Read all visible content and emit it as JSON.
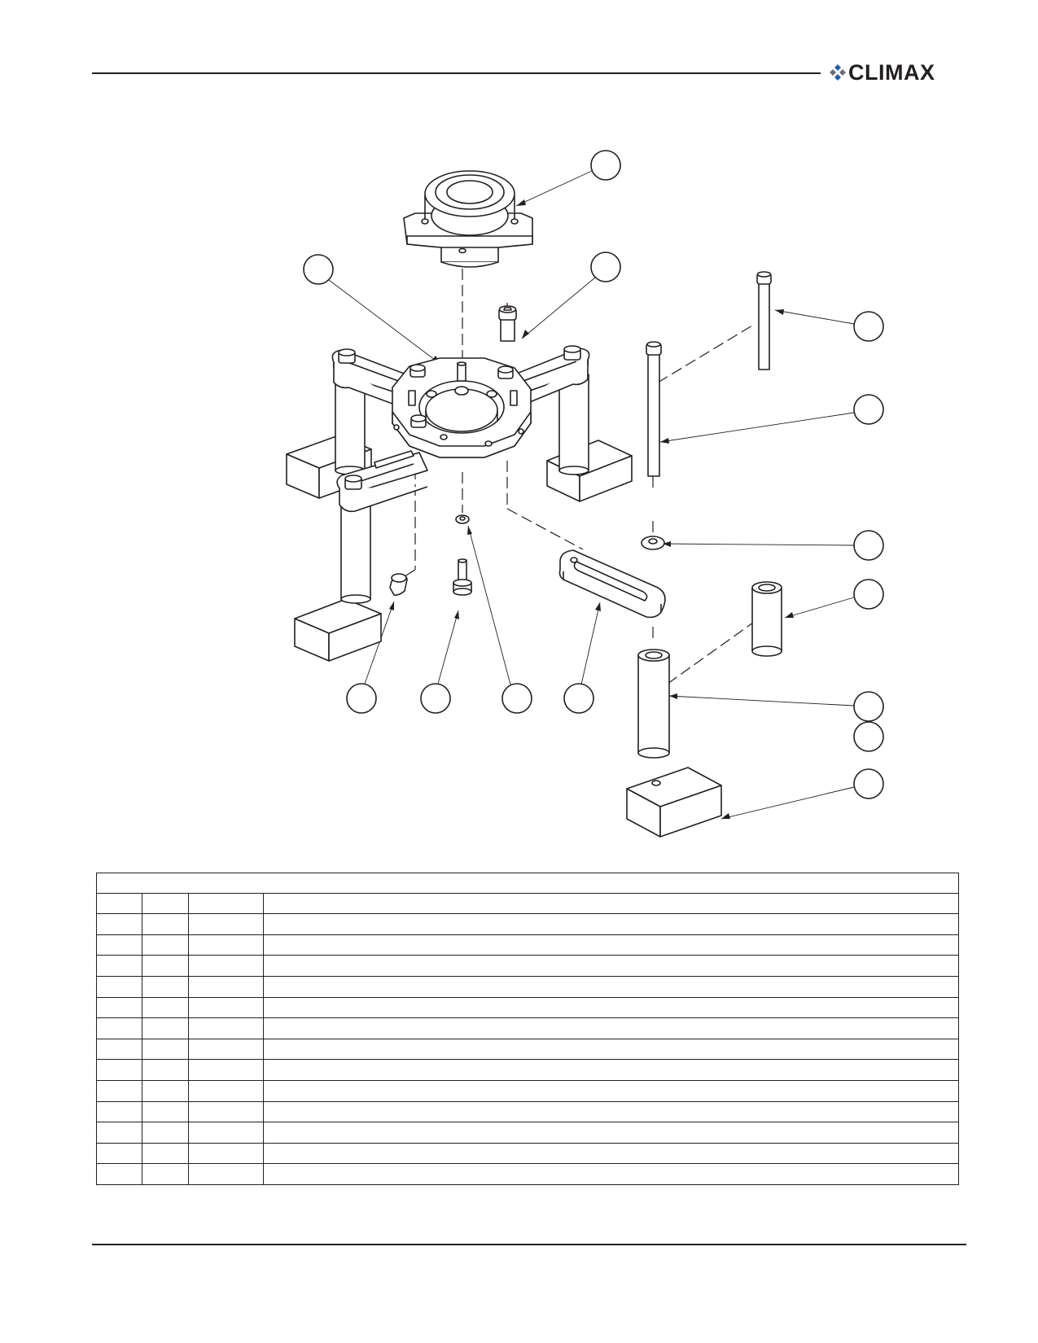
{
  "header": {
    "logo_text": "CLIMAX",
    "brand_color": "#1f5fa8"
  },
  "drawing": {
    "callout_count": 14
  },
  "parts_table": {
    "columns": 4,
    "rows": 13
  }
}
